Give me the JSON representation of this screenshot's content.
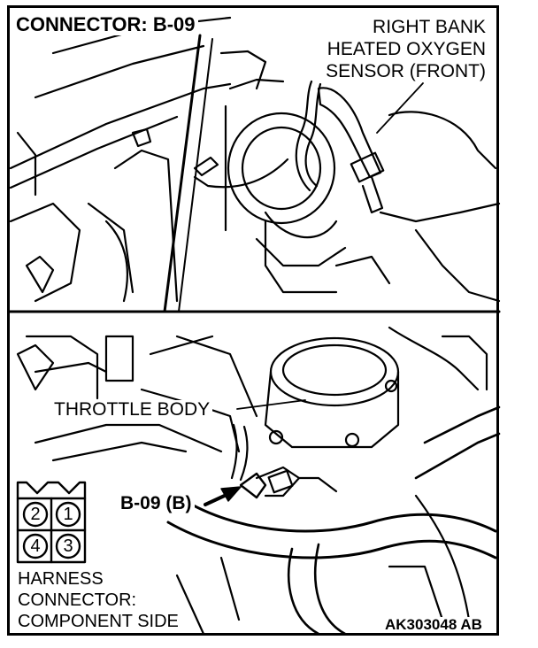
{
  "figure": {
    "title": "CONNECTOR: B-09",
    "component_label": [
      "RIGHT BANK",
      "HEATED OXYGEN",
      "SENSOR (FRONT)"
    ],
    "throttle_label": "THROTTLE BODY",
    "connector_location_label": "B-09 (B)",
    "harness_label": [
      "HARNESS",
      "CONNECTOR:",
      "COMPONENT SIDE"
    ],
    "connector_pins": [
      "2",
      "1",
      "4",
      "3"
    ],
    "figure_code": "AK303048 AB"
  }
}
